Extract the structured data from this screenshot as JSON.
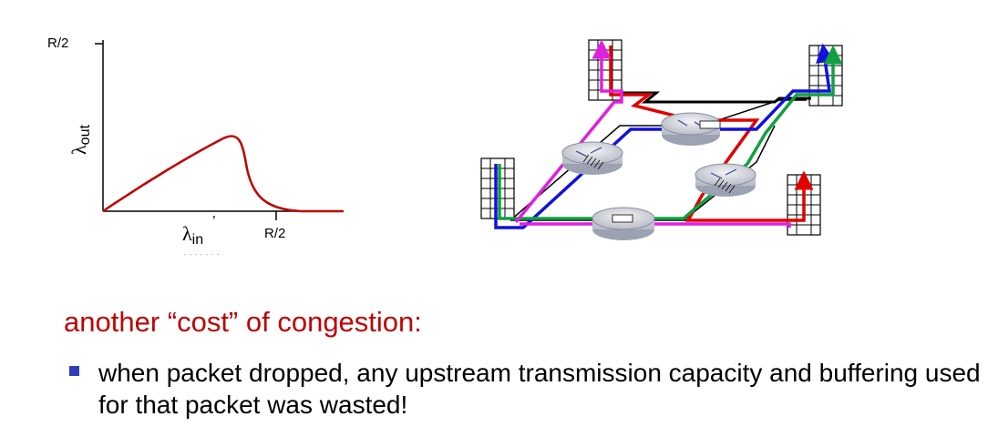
{
  "chart": {
    "y_tick_label": "R/2",
    "x_tick_label": "R/2",
    "y_axis_label": "λ",
    "y_axis_label_sub": "out",
    "x_axis_label": "λ",
    "x_axis_label_sub": "in",
    "x_axis_label_prime": "’",
    "curve_color": "#c00000"
  },
  "chart_data": {
    "type": "line",
    "title": "",
    "xlabel": "λin’",
    "ylabel": "λout",
    "x_ticks": [
      "R/2"
    ],
    "y_ticks": [
      "R/2"
    ],
    "series": [
      {
        "values": [
          [
            0,
            0.0
          ],
          [
            0.1,
            0.07
          ],
          [
            0.2,
            0.14
          ],
          [
            0.3,
            0.2
          ],
          [
            0.4,
            0.26
          ],
          [
            0.5,
            0.31
          ],
          [
            0.55,
            0.325
          ],
          [
            0.58,
            0.31
          ],
          [
            0.62,
            0.18
          ],
          [
            0.68,
            0.08
          ],
          [
            0.8,
            0.035
          ],
          [
            0.9,
            0.02
          ],
          [
            1.0,
            0.02
          ]
        ]
      }
    ]
  },
  "network": {
    "path_colors": {
      "red": "#e00000",
      "blue": "#1010e0",
      "green": "#10a040",
      "magenta": "#e020e0",
      "black": "#000000"
    }
  },
  "text": {
    "heading": "another “cost” of congestion:",
    "bullet": "when packet dropped, any upstream transmission capacity and buffering used for that packet was wasted!",
    "bullet_color": "#2f3fb7"
  }
}
